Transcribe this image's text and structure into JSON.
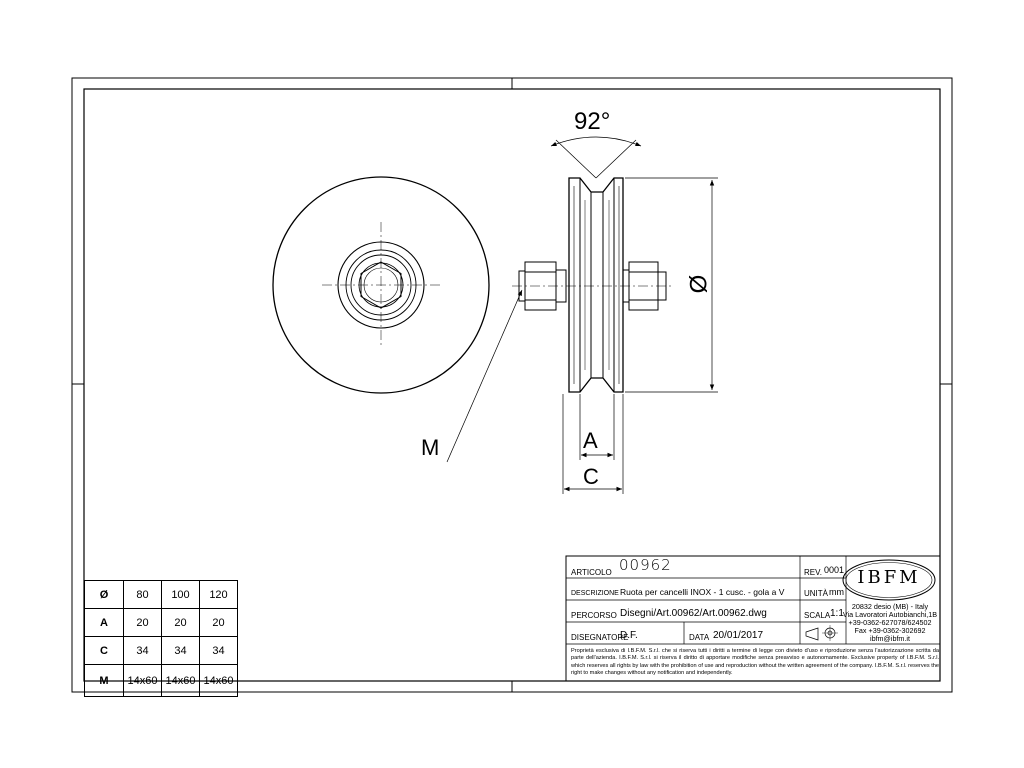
{
  "drawing_labels": {
    "angle": "92°",
    "diameter": "Ø",
    "bolt": "M",
    "groove_width": "A",
    "hub_width": "C"
  },
  "dimension_table": {
    "rows": [
      {
        "label": "Ø",
        "values": [
          "80",
          "100",
          "120"
        ]
      },
      {
        "label": "A",
        "values": [
          "20",
          "20",
          "20"
        ]
      },
      {
        "label": "C",
        "values": [
          "34",
          "34",
          "34"
        ]
      },
      {
        "label": "M",
        "values": [
          "14x60",
          "14x60",
          "14x60"
        ]
      }
    ]
  },
  "title_block": {
    "articolo_label": "ARTICOLO",
    "articolo_value": "00962",
    "rev_label": "REV.",
    "rev_value": "0001",
    "descrizione_label": "DESCRIZIONE",
    "descrizione_value": "Ruota per cancelli INOX - 1 cusc. - gola a V",
    "unita_label": "UNITÀ",
    "unita_value": "mm",
    "percorso_label": "PERCORSO",
    "percorso_value": "Disegni/Art.00962/Art.00962.dwg",
    "scala_label": "SCALA",
    "scala_value": "1:1",
    "disegnatore_label": "DISEGNATORE",
    "disegnatore_value": "D.F.",
    "data_label": "DATA",
    "data_value": "20/01/2017",
    "logo": "IBFM",
    "address": [
      "20832 desio (MB) - Italy",
      "Via Lavoratori Autobianchi,1B",
      "+39-0362-627078/624502",
      "Fax +39-0362-302692",
      "ibfm@ibfm.it"
    ],
    "note": "Proprietà esclusiva di I.B.F.M. S.r.l. che si riserva tutti i diritti a termine di legge con divieto d'uso e riproduzione senza l'autorizzazione scritta da parte dell'azienda. I.B.F.M. S.r.l. si riserva il diritto di apportare modifiche senza preavviso e autonomamente. Exclusive property of I.B.F.M. S.r.l. which reserves all rights by law with the prohibition of use and reproduction without the written agreement of the company. I.B.F.M. S.r.l. reserves the right to make changes without any notification and independently."
  },
  "colors": {
    "line": "#000000",
    "background": "#ffffff"
  }
}
